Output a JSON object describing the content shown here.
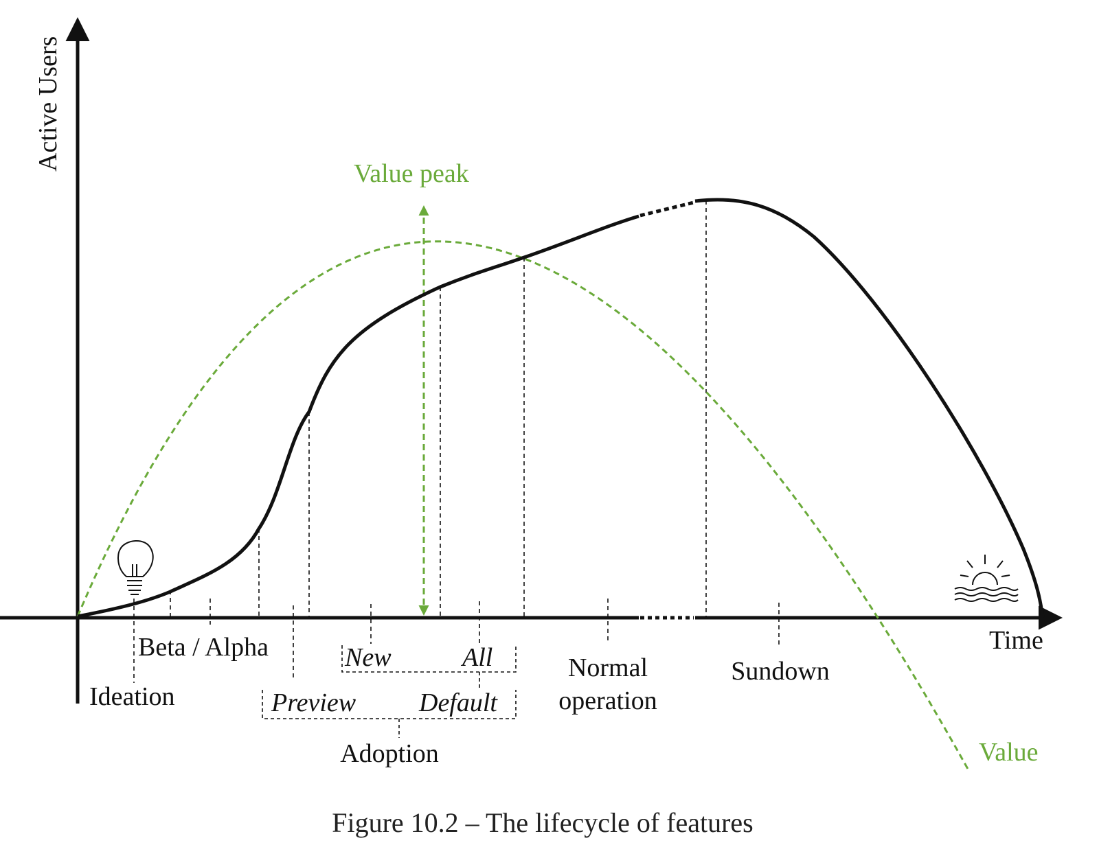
{
  "diagram": {
    "y_axis_label": "Active Users",
    "x_axis_label": "Time",
    "value_peak_label": "Value peak",
    "value_curve_label": "Value",
    "phases": {
      "ideation": "Ideation",
      "beta_alpha": "Beta / Alpha",
      "new": "New",
      "all": "All",
      "preview": "Preview",
      "default": "Default",
      "adoption": "Adoption",
      "normal_line1": "Normal",
      "normal_line2": "operation",
      "sundown": "Sundown"
    },
    "icons": {
      "start": "lightbulb-icon",
      "end": "sunset-icon"
    },
    "colors": {
      "value_curve": "#6aaa3a",
      "users_curve": "#111111"
    }
  },
  "caption": "Figure 10.2 – The lifecycle of features"
}
